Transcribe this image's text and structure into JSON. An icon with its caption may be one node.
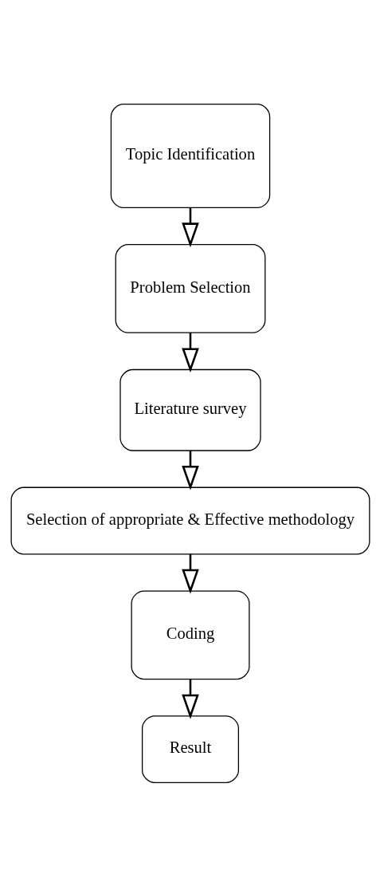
{
  "diagram": {
    "nodes": [
      {
        "text": [
          "Topic Identification"
        ]
      },
      {
        "text": [
          "Problem Selection"
        ]
      },
      {
        "text": [
          "Literature survey"
        ]
      },
      {
        "text": [
          "Selection of appropriate & Effective methodology"
        ]
      },
      {
        "text": [
          "Coding"
        ]
      },
      {
        "text": [
          "Result"
        ]
      }
    ],
    "edges": [
      {
        "from": 0,
        "to": 1,
        "arrow": "to"
      },
      {
        "from": 1,
        "to": 2,
        "arrow": "to"
      },
      {
        "from": 2,
        "to": 3,
        "arrow": "to"
      },
      {
        "from": 3,
        "to": 4,
        "arrow": "to"
      },
      {
        "from": 4,
        "to": 5,
        "arrow": "to"
      }
    ]
  }
}
